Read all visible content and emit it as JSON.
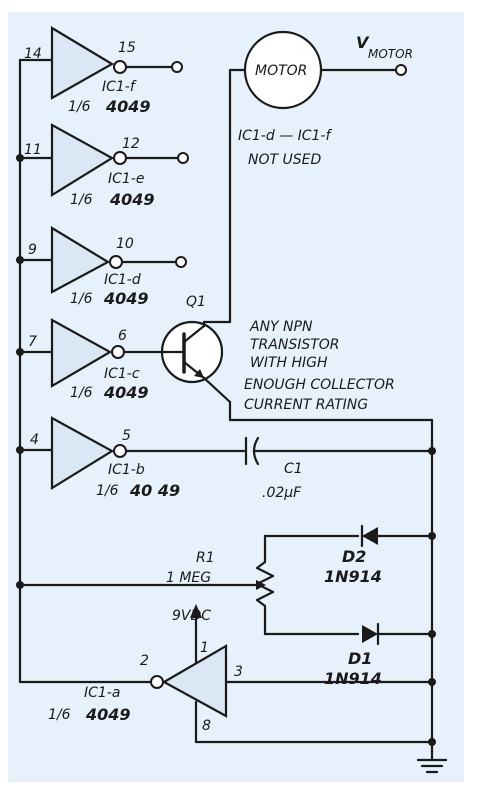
{
  "gates": [
    {
      "id": "f",
      "in_pin": "14",
      "out_pin": "15",
      "label": "IC1-f",
      "part_frac": "1/6",
      "part_num": "4049"
    },
    {
      "id": "e",
      "in_pin": "11",
      "out_pin": "12",
      "label": "IC1-e",
      "part_frac": "1/6",
      "part_num": "4049"
    },
    {
      "id": "d",
      "in_pin": "9",
      "out_pin": "10",
      "label": "IC1-d",
      "part_frac": "1/6",
      "part_num": "4049"
    },
    {
      "id": "c",
      "in_pin": "7",
      "out_pin": "6",
      "label": "IC1-c",
      "part_frac": "1/6",
      "part_num": "4049"
    },
    {
      "id": "b",
      "in_pin": "4",
      "out_pin": "5",
      "label": "IC1-b",
      "part_frac": "1/6",
      "part_num": "40 49"
    },
    {
      "id": "a",
      "in_pin": "2",
      "out_pin": "3",
      "label": "IC1-a",
      "part_frac": "1/6",
      "part_num": "4049"
    }
  ],
  "ic1a_extra_pins": {
    "supply": "1",
    "ground": "8"
  },
  "supply_label": "9VDC",
  "motor": {
    "label": "MOTOR",
    "supply_main": "V",
    "supply_sub": "MOTOR"
  },
  "note_unused": [
    "IC1-d — IC1-f",
    "NOT USED"
  ],
  "transistor": {
    "label": "Q1",
    "note": [
      "ANY NPN",
      "TRANSISTOR",
      "WITH HIGH",
      "ENOUGH COLLECTOR",
      "CURRENT RATING"
    ]
  },
  "capacitor": {
    "label": "C1",
    "value": ".02µF"
  },
  "resistor": {
    "label": "R1",
    "value": "1 MEG"
  },
  "diodes": [
    {
      "label": "D2",
      "part": "1N914"
    },
    {
      "label": "D1",
      "part": "1N914"
    }
  ],
  "icons": {
    "ground": "ground-symbol-icon",
    "terminal": "open-terminal-icon"
  }
}
